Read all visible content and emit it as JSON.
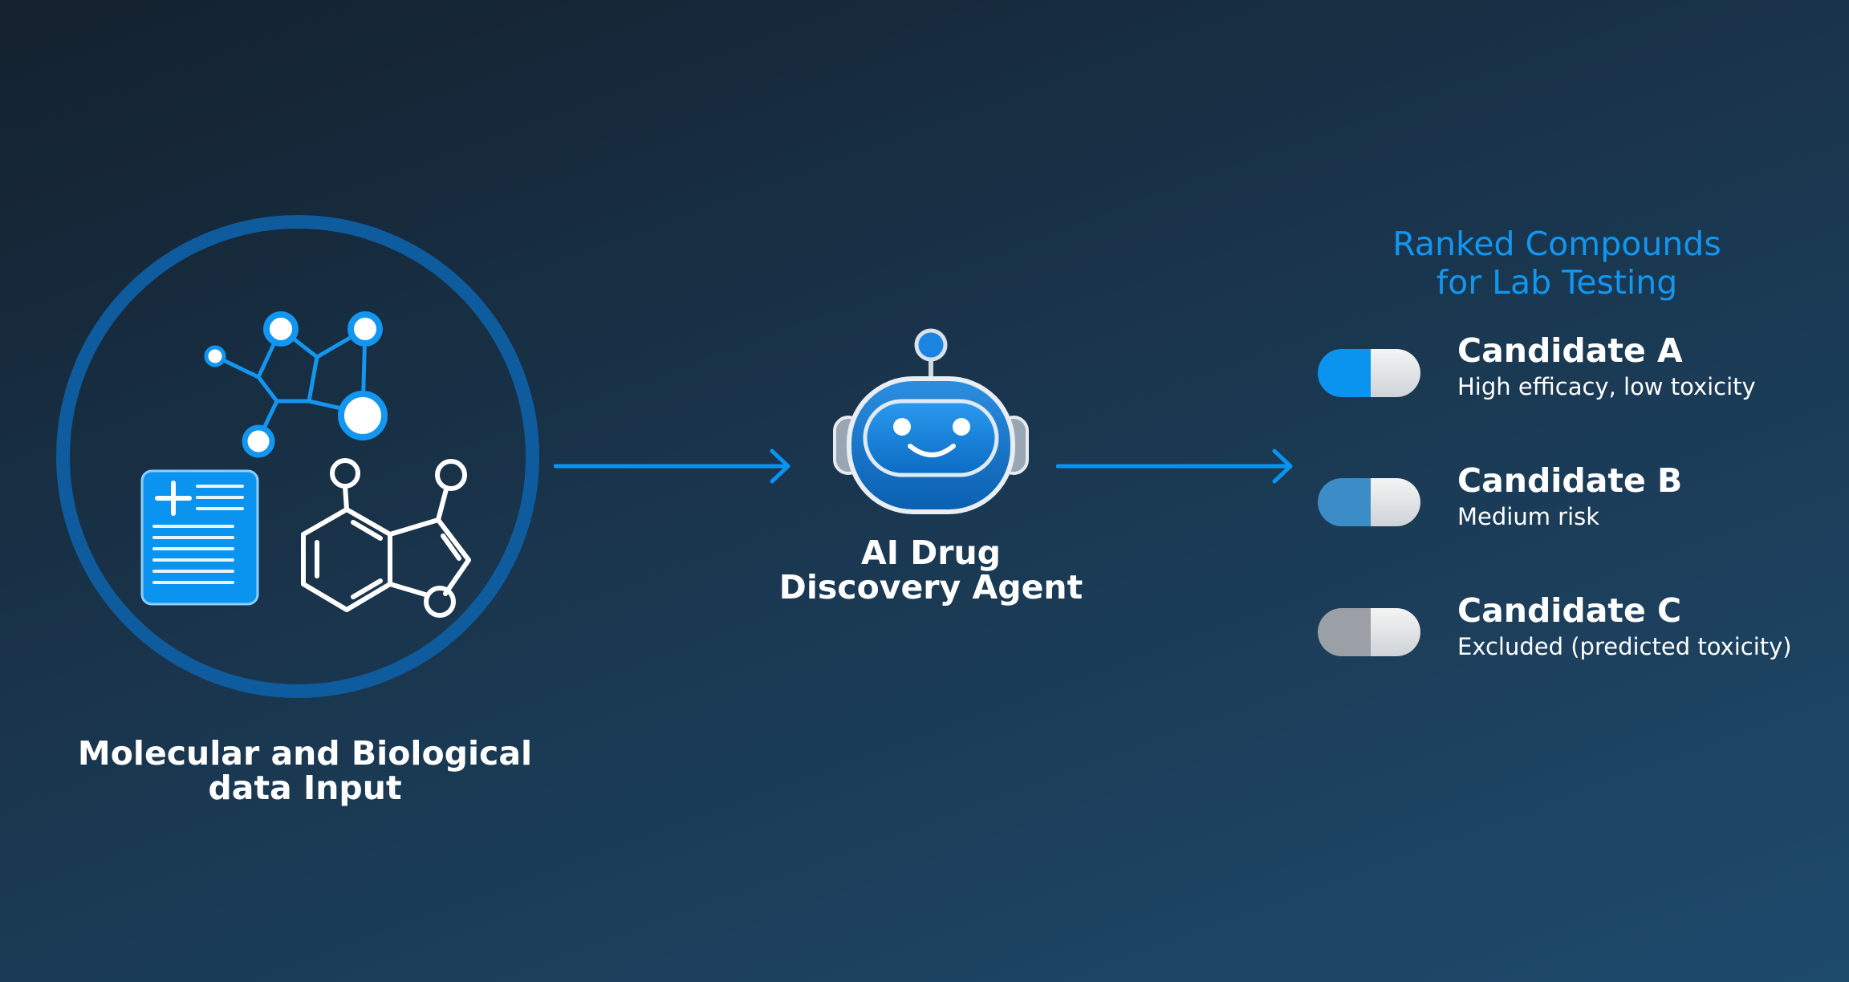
{
  "input": {
    "label_line1": "Molecular and Biological",
    "label_line2": "data Input"
  },
  "agent": {
    "label_line1": "AI Drug",
    "label_line2": "Discovery Agent"
  },
  "results": {
    "title_line1": "Ranked Compounds",
    "title_line2": "for Lab Testing",
    "candidates": [
      {
        "name": "Candidate A",
        "desc": "High efficacy, low toxicity",
        "color": "#0a94f0"
      },
      {
        "name": "Candidate B",
        "desc": "Medium risk",
        "color": "#3c8cc8"
      },
      {
        "name": "Candidate C",
        "desc": "Excluded (predicted toxicity)",
        "color": "#9aa0a6"
      }
    ]
  },
  "colors": {
    "accent": "#1296ef",
    "ring": "#0e5c9e",
    "background_top": "#14212e",
    "background_bottom": "#1e4a6c"
  },
  "icons": [
    "molecule-network-icon",
    "medical-document-icon",
    "benzofuran-structure-icon",
    "robot-agent-icon",
    "arrow-right-icon",
    "capsule-icon"
  ]
}
